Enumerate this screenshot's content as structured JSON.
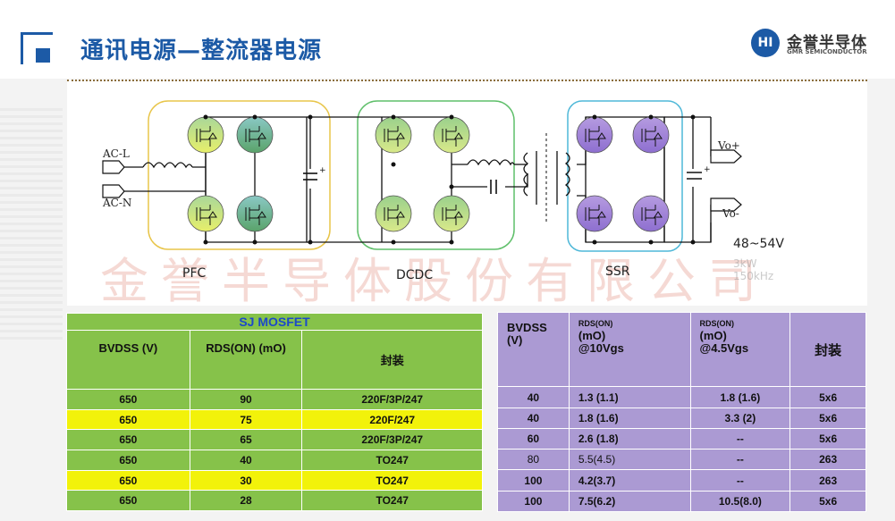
{
  "header": {
    "title": "通讯电源—整流器电源",
    "logo_badge": "HI",
    "logo_cn": "金誉半导体",
    "logo_en": "GMR SEMICONDUCTOR"
  },
  "diagram": {
    "ac_l": "AC-L",
    "ac_n": "AC-N",
    "pfc": "PFC",
    "dcdc": "DCDC",
    "ssr": "SSR",
    "vo_plus": "Vo+",
    "vo_minus": "Vo-",
    "voltage": "48~54V",
    "watermark": "金誉半导体股份有限公司",
    "wm_small_1": "3kW",
    "wm_small_2": "150kHz"
  },
  "left_table": {
    "title": "SJ MOSFET",
    "headers": [
      "BVDSS (V)",
      "RDS(ON) (mO)",
      "封装"
    ],
    "rows": [
      {
        "bvdss": "650",
        "rds": "90",
        "pkg": "220F/3P/247",
        "highlight": false
      },
      {
        "bvdss": "650",
        "rds": "75",
        "pkg": "220F/247",
        "highlight": true
      },
      {
        "bvdss": "650",
        "rds": "65",
        "pkg": "220F/3P/247",
        "highlight": false
      },
      {
        "bvdss": "650",
        "rds": "40",
        "pkg": "TO247",
        "highlight": false
      },
      {
        "bvdss": "650",
        "rds": "30",
        "pkg": "TO247",
        "highlight": true
      },
      {
        "bvdss": "650",
        "rds": "28",
        "pkg": "TO247",
        "highlight": false
      }
    ]
  },
  "right_table": {
    "headers": {
      "bvdss": "BVDSS",
      "bvdss_unit": "(V)",
      "rds10_sub": "RDS(ON)",
      "rds10_unit": "(mO)",
      "rds10_cond": "@10Vgs",
      "rds45_sub": "RDS(ON)",
      "rds45_unit": "(mO)",
      "rds45_cond": "@4.5Vgs",
      "pkg": "封装"
    },
    "rows": [
      {
        "bvdss": "40",
        "rds10": "1.3 (1.1)",
        "rds45": "1.8 (1.6)",
        "pkg": "5x6"
      },
      {
        "bvdss": "40",
        "rds10": "1.8 (1.6)",
        "rds45": "3.3 (2)",
        "pkg": "5x6"
      },
      {
        "bvdss": "60",
        "rds10": "2.6 (1.8)",
        "rds45": "--",
        "pkg": "5x6"
      },
      {
        "bvdss": "80",
        "rds10": "5.5(4.5)",
        "rds45": "--",
        "pkg": "263"
      },
      {
        "bvdss": "100",
        "rds10": "4.2(3.7)",
        "rds45": "--",
        "pkg": "263"
      },
      {
        "bvdss": "100",
        "rds10": "7.5(6.2)",
        "rds45": "10.5(8.0)",
        "pkg": "5x6"
      }
    ]
  }
}
